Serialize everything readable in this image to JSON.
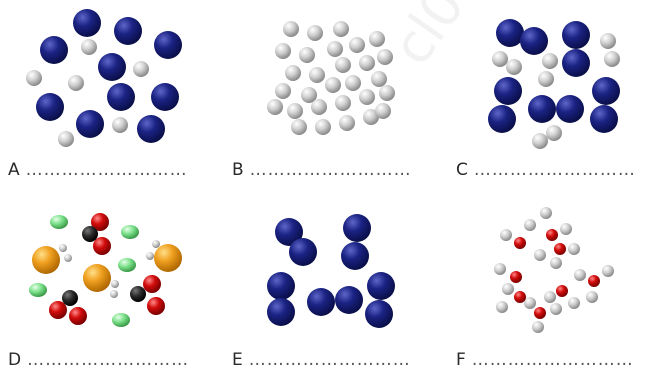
{
  "panels": [
    {
      "id": "A",
      "letter": "A",
      "dots": "………………………"
    },
    {
      "id": "B",
      "letter": "B",
      "dots": "………………………"
    },
    {
      "id": "C",
      "letter": "C",
      "dots": "………………………"
    },
    {
      "id": "D",
      "letter": "D",
      "dots": "………………………"
    },
    {
      "id": "E",
      "letter": "E",
      "dots": "………………………"
    },
    {
      "id": "F",
      "letter": "F",
      "dots": "………………………"
    }
  ],
  "colors": {
    "dark_blue": "#1a1f7a",
    "grey": "#c9c9c9",
    "red": "#d40f0f",
    "black": "#222222",
    "orange": "#f0a020",
    "green": "#7be08a",
    "white_small": "#d8d8d8"
  },
  "icons": {
    "dark_atom": "navy-sphere-icon",
    "grey_atom": "grey-sphere-icon",
    "red_atom": "red-sphere-icon",
    "black_atom": "black-sphere-icon",
    "orange_atom": "orange-sphere-icon",
    "green_atom": "green-sphere-icon"
  }
}
